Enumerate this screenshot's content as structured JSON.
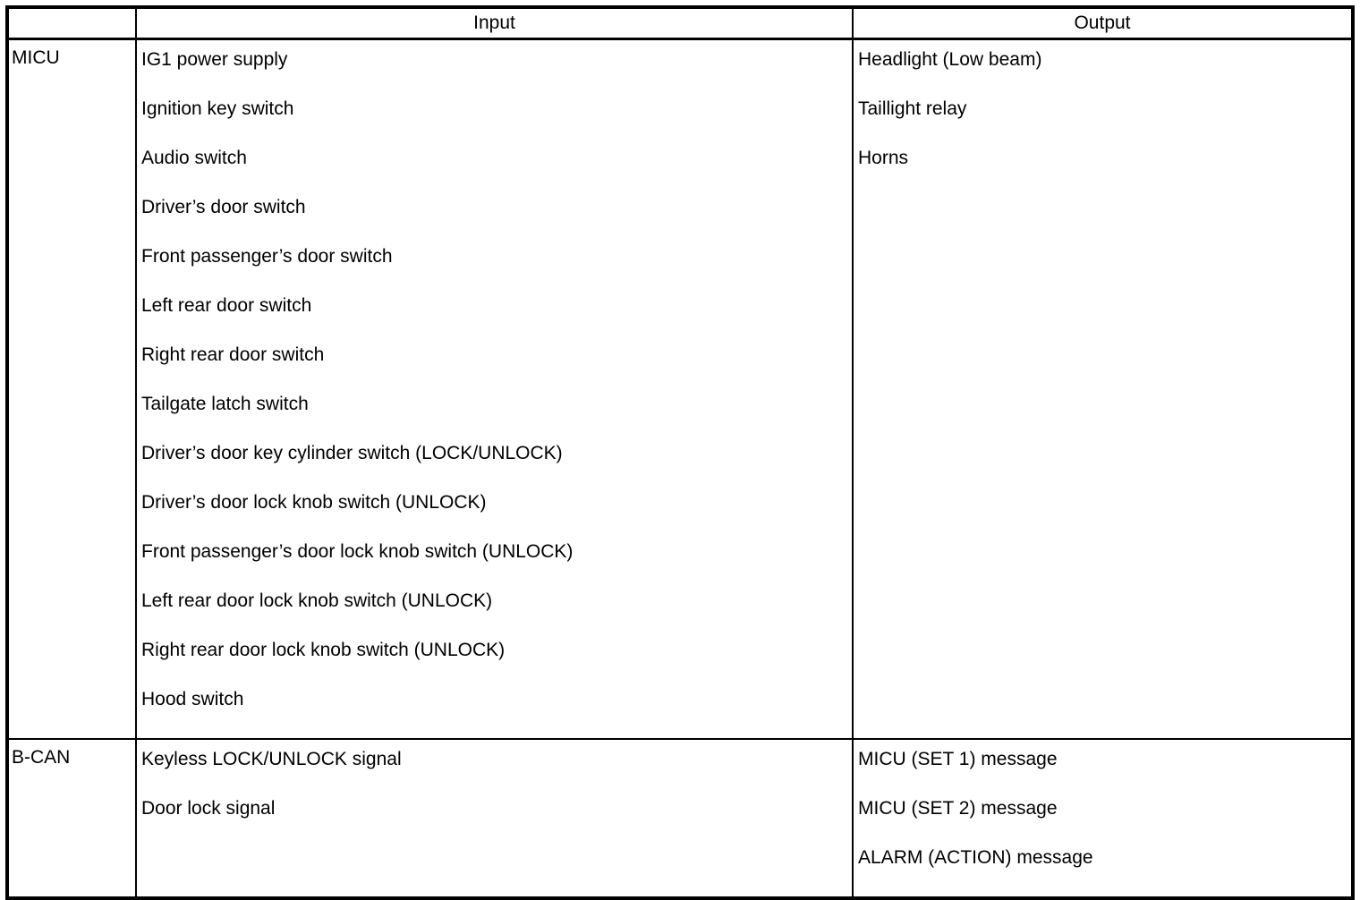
{
  "colors": {
    "background": "#ffffff",
    "border": "#000000",
    "text": "#000000"
  },
  "table": {
    "header": {
      "label": "",
      "input": "Input",
      "output": "Output"
    },
    "rows": [
      {
        "label": "MICU",
        "inputs": [
          "IG1 power supply",
          "Ignition key switch",
          "Audio switch",
          "Driver’s door switch",
          "Front passenger’s door switch",
          "Left rear door switch",
          "Right rear door switch",
          "Tailgate latch switch",
          "Driver’s door key cylinder switch (LOCK/UNLOCK)",
          "Driver’s door lock knob switch (UNLOCK)",
          "Front passenger’s door lock knob switch (UNLOCK)",
          "Left rear door lock knob switch (UNLOCK)",
          "Right rear door lock knob switch (UNLOCK)",
          "Hood switch"
        ],
        "outputs": [
          "Headlight (Low beam)",
          "Taillight relay",
          "Horns"
        ]
      },
      {
        "label": "B-CAN",
        "inputs": [
          "Keyless LOCK/UNLOCK signal",
          "Door lock signal"
        ],
        "outputs": [
          "MICU (SET 1) message",
          "MICU (SET 2) message",
          "ALARM (ACTION) message"
        ]
      }
    ]
  }
}
